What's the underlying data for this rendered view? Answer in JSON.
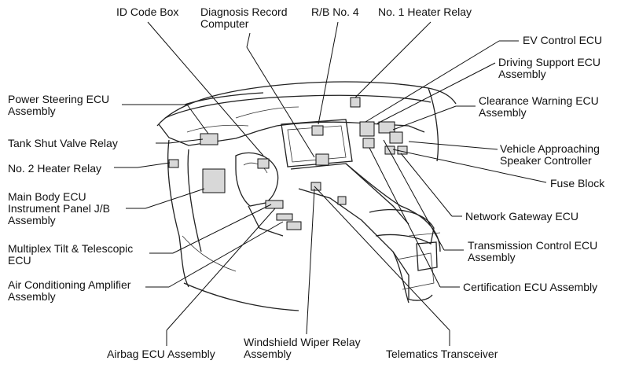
{
  "labels": {
    "id_code_box": "ID Code Box",
    "diagnosis_record": "Diagnosis Record\nComputer",
    "rb_no4": "R/B No. 4",
    "no1_heater_relay": "No. 1 Heater Relay",
    "ev_control_ecu": "EV Control ECU",
    "driving_support_ecu": "Driving Support ECU\nAssembly",
    "power_steering_ecu": "Power Steering ECU\nAssembly",
    "clearance_warning_ecu": "Clearance Warning ECU\nAssembly",
    "tank_shut_valve_relay": "Tank Shut Valve Relay",
    "vehicle_approaching": "Vehicle Approaching\nSpeaker Controller",
    "no2_heater_relay": "No. 2 Heater Relay",
    "fuse_block": "Fuse Block",
    "main_body_ecu": "Main Body ECU\nInstrument Panel J/B\nAssembly",
    "network_gateway_ecu": "Network Gateway ECU",
    "multiplex_tilt": "Multiplex Tilt & Telescopic\nECU",
    "transmission_control_ecu": "Transmission Control ECU\nAssembly",
    "air_conditioning_amplifier": "Air Conditioning Amplifier\nAssembly",
    "certification_ecu": "Certification ECU Assembly",
    "airbag_ecu": "Airbag ECU Assembly",
    "windshield_wiper_relay": "Windshield Wiper Relay\nAssembly",
    "telematics_transceiver": "Telematics Transceiver"
  }
}
